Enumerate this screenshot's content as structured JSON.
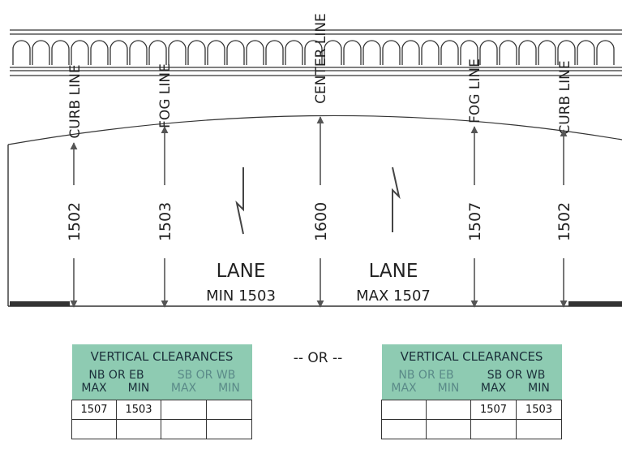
{
  "structure": {
    "curb_line_label": "CURB LINE",
    "fog_line_label": "FOG LINE",
    "center_line_label": "CENTER LINE",
    "measurements": [
      "1502",
      "1503",
      "1600",
      "1507",
      "1502"
    ],
    "lanes": [
      {
        "label": "LANE",
        "sub": "MIN 1503"
      },
      {
        "label": "LANE",
        "sub": "MAX 1507"
      }
    ]
  },
  "or_text": "-- OR --",
  "tables": [
    {
      "title": "VERTICAL CLEARANCES",
      "group_left": "NB OR EB",
      "group_right": "SB OR WB",
      "sub_headers": [
        "MAX",
        "MIN",
        "MAX",
        "MIN"
      ],
      "rows": [
        [
          "1507",
          "1503",
          "",
          ""
        ],
        [
          "",
          "",
          "",
          ""
        ]
      ]
    },
    {
      "title": "VERTICAL CLEARANCES",
      "group_left": "NB OR EB",
      "group_right": "SB OR WB",
      "sub_headers": [
        "MAX",
        "MIN",
        "MAX",
        "MIN"
      ],
      "rows": [
        [
          "",
          "",
          "1507",
          "1503"
        ],
        [
          "",
          "",
          "",
          ""
        ]
      ]
    }
  ]
}
